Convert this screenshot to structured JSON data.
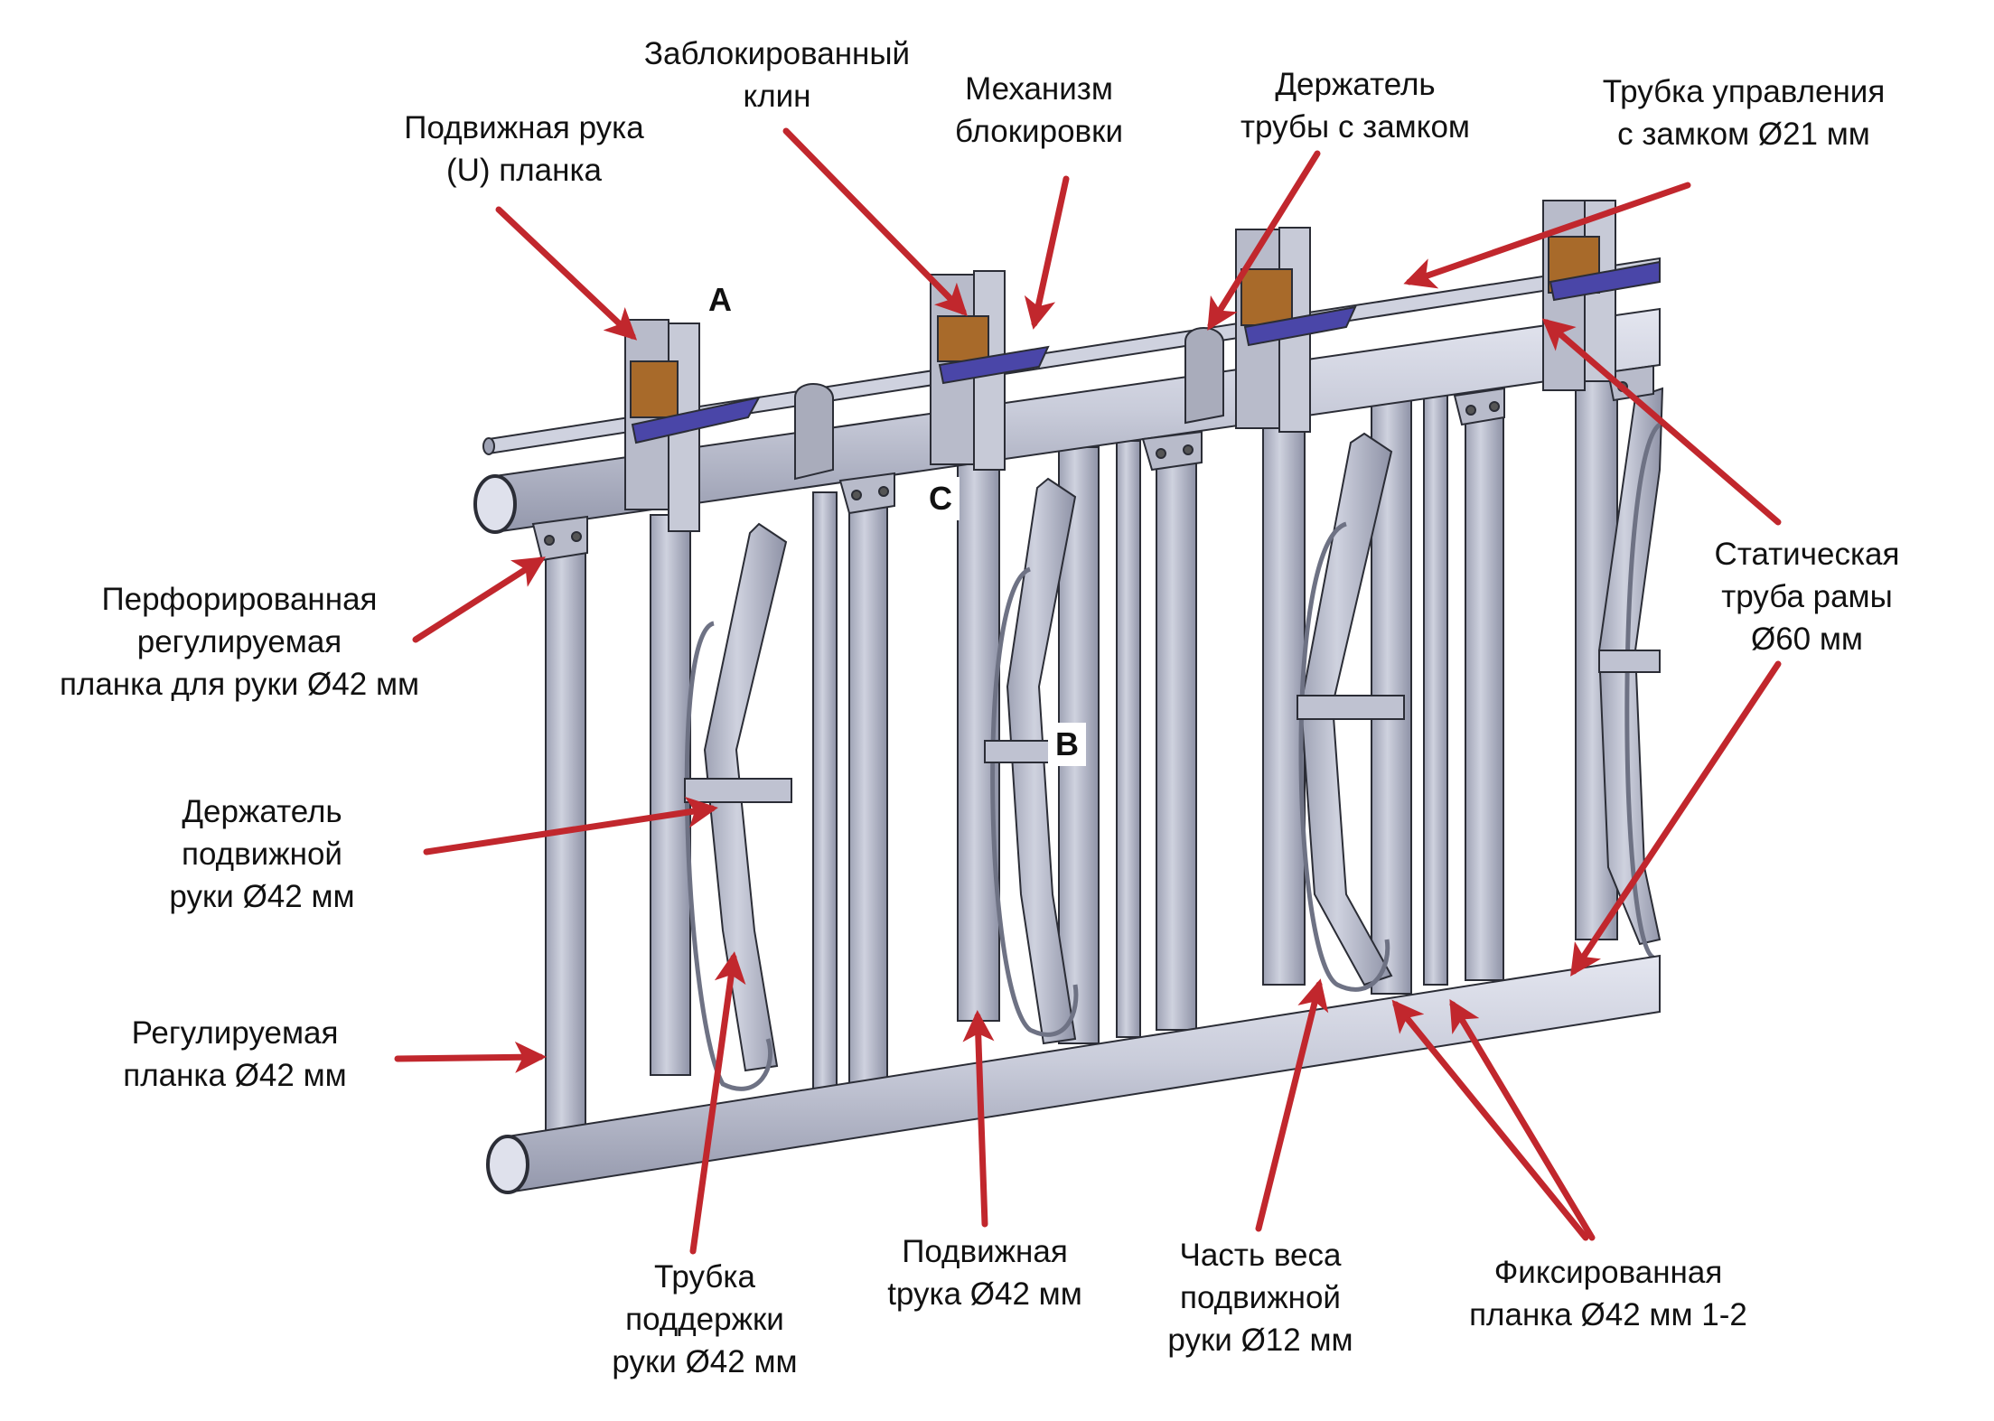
{
  "colors": {
    "arrow": "#c1272d",
    "pipe": "#c9ccda",
    "pipe_dark": "#9ea2b4",
    "outline": "#2b2d36",
    "lock_wedge": "#a86a2a",
    "lock_mechanism": "#4a46a8",
    "text": "#111111"
  },
  "markers": [
    "A",
    "B",
    "C"
  ],
  "labels": {
    "movable_arm_u": [
      "Подвижная рука",
      "(U) планка"
    ],
    "locked_wedge": [
      "Заблокированный",
      "клин"
    ],
    "lock_mechanism": [
      "Механизм",
      "блокировки"
    ],
    "pipe_holder_lock": [
      "Держатель",
      "трубы с замком"
    ],
    "control_tube": [
      "Трубка управления",
      "с замком Ø21 мм"
    ],
    "perforated_bar": [
      "Перфорированная",
      "регулируемая",
      "планка для руки Ø42 мм"
    ],
    "static_frame_pipe": [
      "Статическая",
      "труба рамы",
      "Ø60 мм"
    ],
    "arm_holder": [
      "Держатель",
      "подвижной",
      "руки Ø42 мм"
    ],
    "adjustable_bar": [
      "Регулируемая",
      "планка Ø42 мм"
    ],
    "support_tube": [
      "Трубка",
      "поддержки",
      "руки Ø42 мм"
    ],
    "movable_arm": [
      "Подвижная",
      "tрука Ø42 мм"
    ],
    "weight_part": [
      "Часть веса",
      "подвижной",
      "руки Ø12 мм"
    ],
    "fixed_bar": [
      "Фиксированная",
      "планка Ø42 мм 1-2"
    ]
  }
}
